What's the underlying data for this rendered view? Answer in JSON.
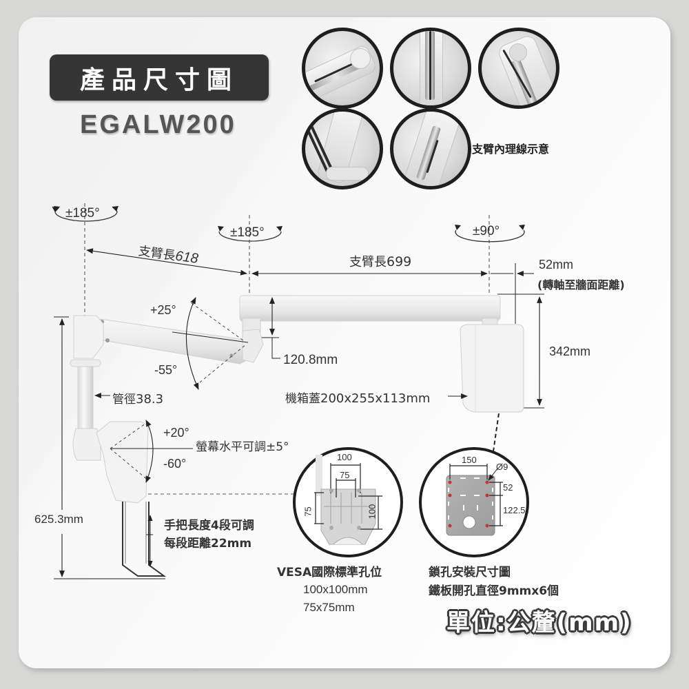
{
  "header": {
    "title": "產品尺寸圖",
    "model": "EGALW200"
  },
  "cable_photos": {
    "caption": "支臂內理線示意",
    "count": 5
  },
  "rotations": {
    "base_swivel": "±185°",
    "middle_swivel": "±185°",
    "wall_swivel": "±90°"
  },
  "arm_lengths": {
    "arm1": {
      "label": "支臂長",
      "value": "618"
    },
    "arm2": {
      "label": "支臂長",
      "value": "699"
    }
  },
  "wall_offset": {
    "value": "52mm",
    "note": "(轉軸至牆面距離)"
  },
  "box_height": "342mm",
  "arm_drop": "120.8mm",
  "tilt_arm": {
    "up": "+25°",
    "down": "-55°"
  },
  "pipe": {
    "label": "管徑",
    "value": "38.3"
  },
  "box_cover": {
    "label": "機箱蓋",
    "value": "200x255x113mm"
  },
  "monitor_tilt": {
    "up": "+20°",
    "down": "-60°"
  },
  "level_adjust": {
    "label": "螢幕水平可調",
    "value": "±5°"
  },
  "total_height": "625.3mm",
  "handle": {
    "line1": "手把長度4段可調",
    "line2": "每段距離22mm"
  },
  "vesa": {
    "dims": {
      "outer_w": "100",
      "inner_w": "75",
      "inner_h": "75",
      "outer_h": "100"
    },
    "title": "VESA國際標準孔位",
    "sizes": [
      "100x100mm",
      "75x75mm"
    ]
  },
  "mount_plate": {
    "dims": {
      "width": "150",
      "hole": "Ø9",
      "gap1": "52",
      "gap2": "122.5"
    },
    "title": "鎖孔安裝尺寸圖",
    "note": "鐵板開孔直徑9mmx6個",
    "hole_color": "#d32f2f"
  },
  "unit": "單位:公釐(mm)",
  "colors": {
    "title_bg": "#353535",
    "text": "#333333",
    "backdrop": "#d8d8d7"
  }
}
